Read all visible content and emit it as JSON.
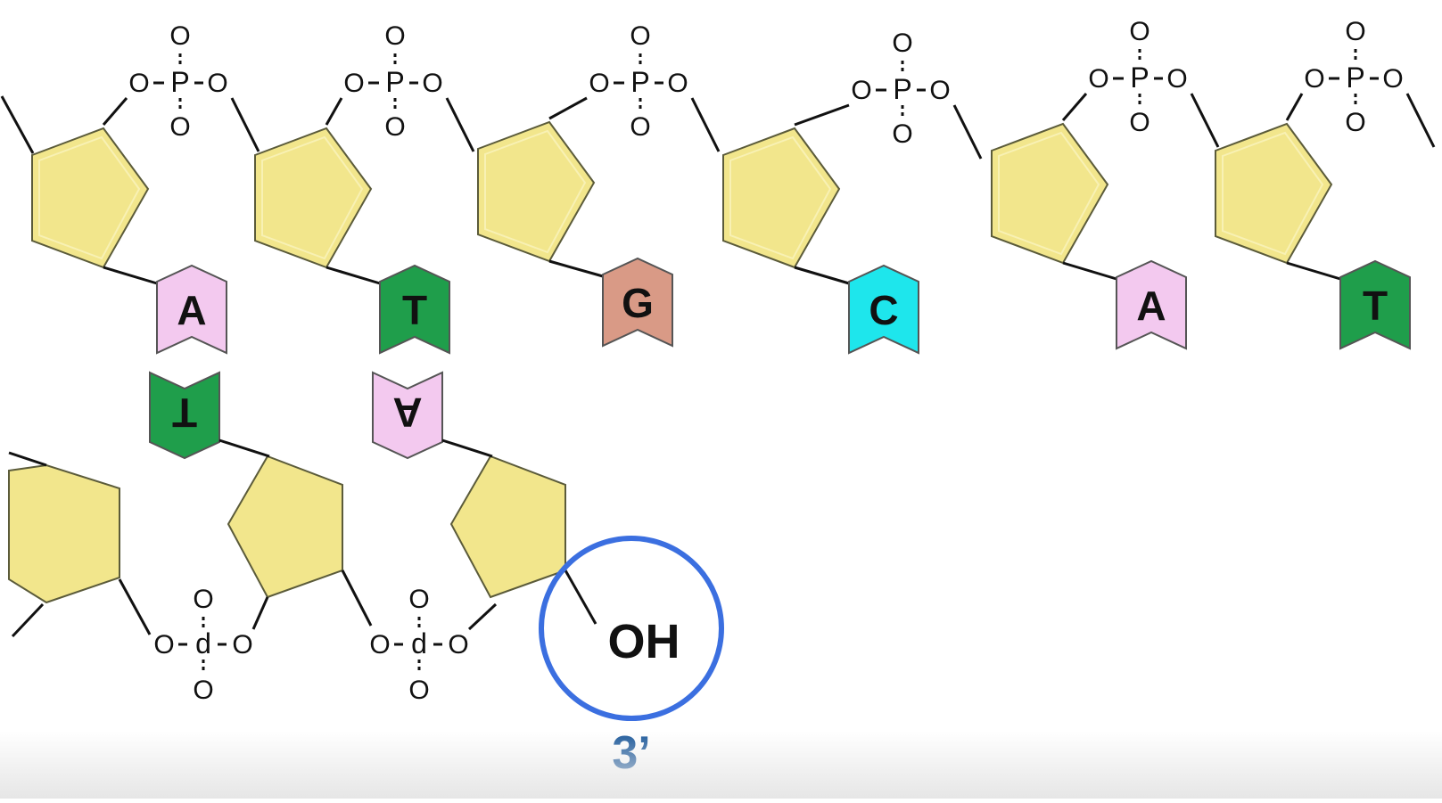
{
  "colors": {
    "sugar_fill": "#f2e68c",
    "sugar_stroke": "#5b5b3a",
    "bond": "#111111",
    "phosphate_text": "#111111",
    "end_circle": "#3b6fe0",
    "end_label": "#1e5a9c",
    "base_A": "#f3c9ef",
    "base_T": "#1f9e4b",
    "base_G": "#d99a86",
    "base_C": "#1ee6ec"
  },
  "phosphate": {
    "oxygen": "O",
    "phosphorus": "P",
    "phosphorus_flipped": "d"
  },
  "top_strand": {
    "bases": [
      "A",
      "T",
      "G",
      "C",
      "A",
      "T"
    ]
  },
  "bottom_strand": {
    "bases": [
      "T",
      "A"
    ]
  },
  "end": {
    "hydroxyl": "OH",
    "label": "3’"
  }
}
